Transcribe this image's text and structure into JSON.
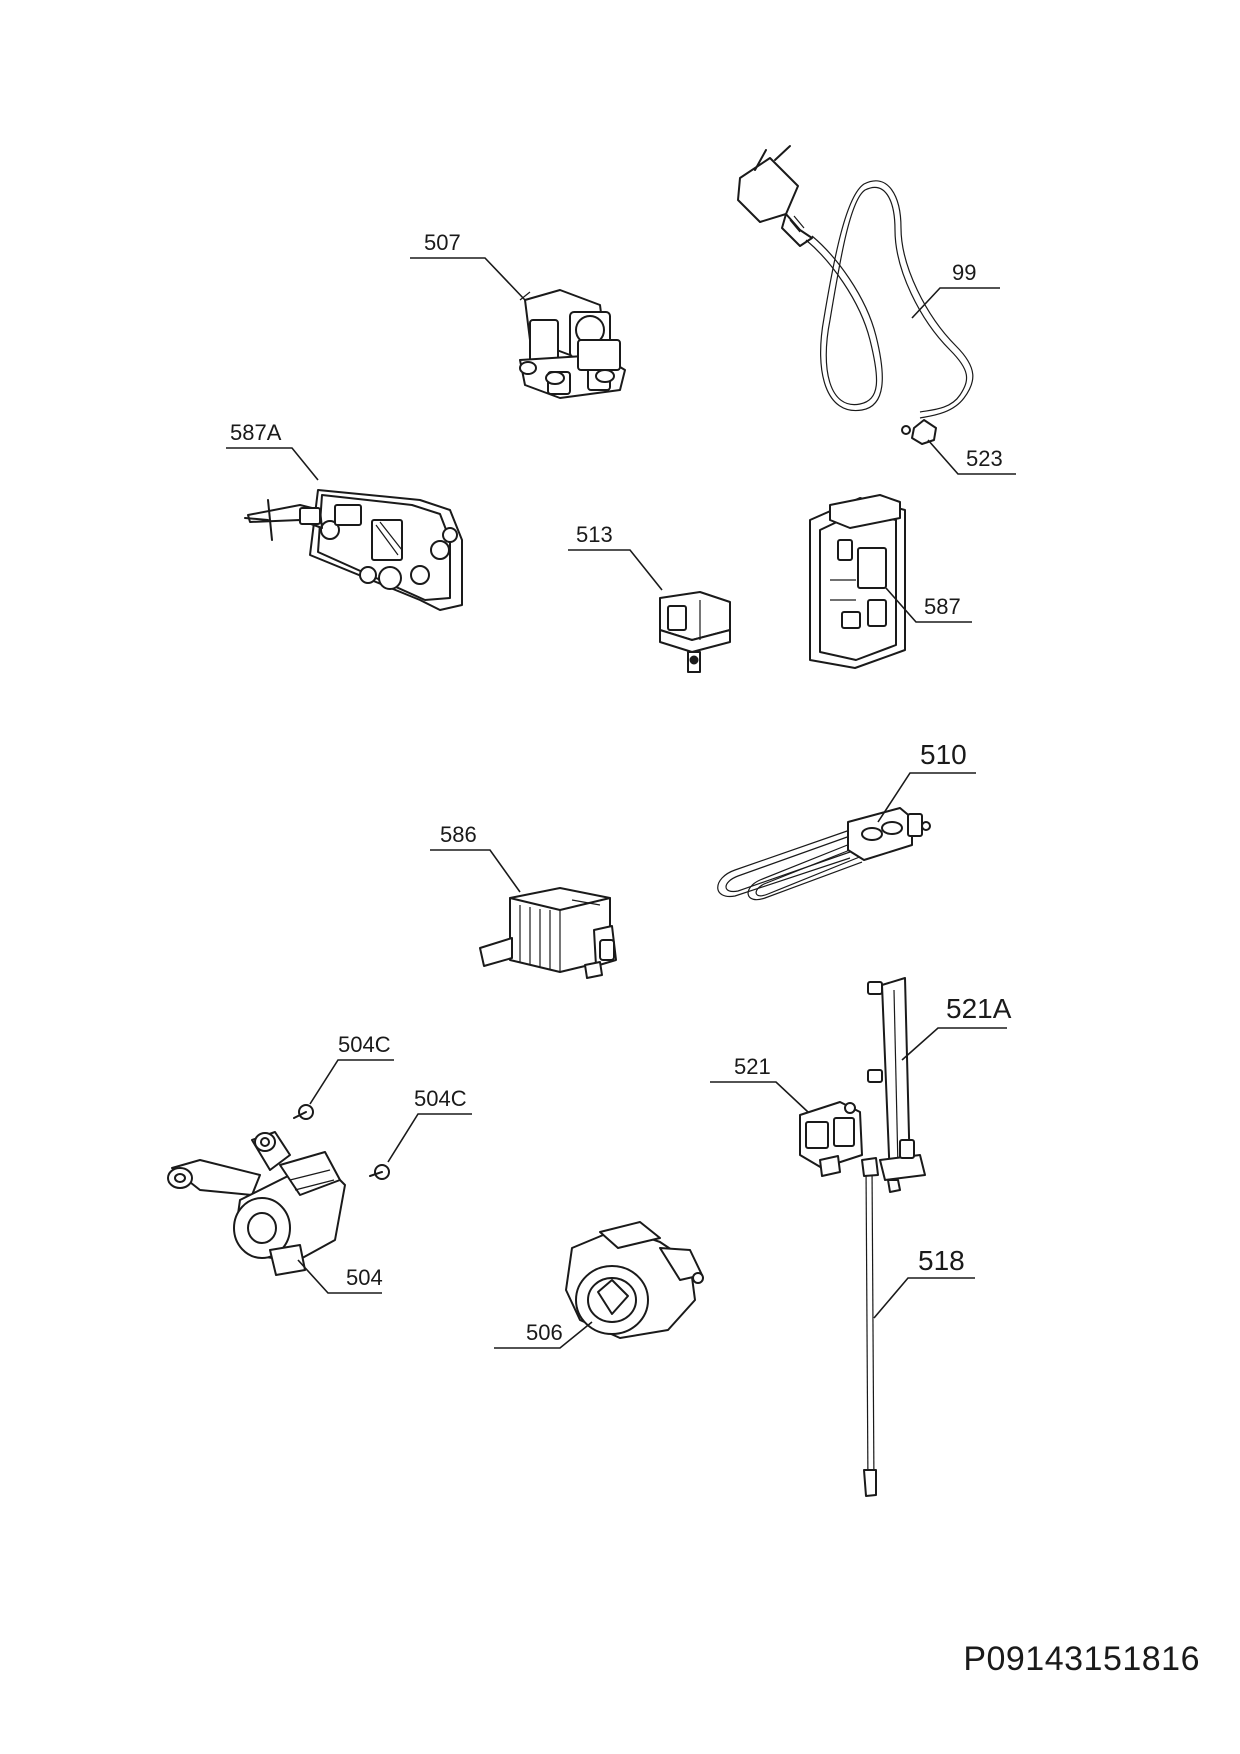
{
  "diagram": {
    "callouts": {
      "p507": "507",
      "p99": "99",
      "p523": "523",
      "p587A": "587A",
      "p513": "513",
      "p587": "587",
      "p510": "510",
      "p586": "586",
      "p521A": "521A",
      "p521": "521",
      "p504C_a": "504C",
      "p504C_b": "504C",
      "p504": "504",
      "p506": "506",
      "p518": "518"
    },
    "drawing_number": "P09143151816"
  }
}
